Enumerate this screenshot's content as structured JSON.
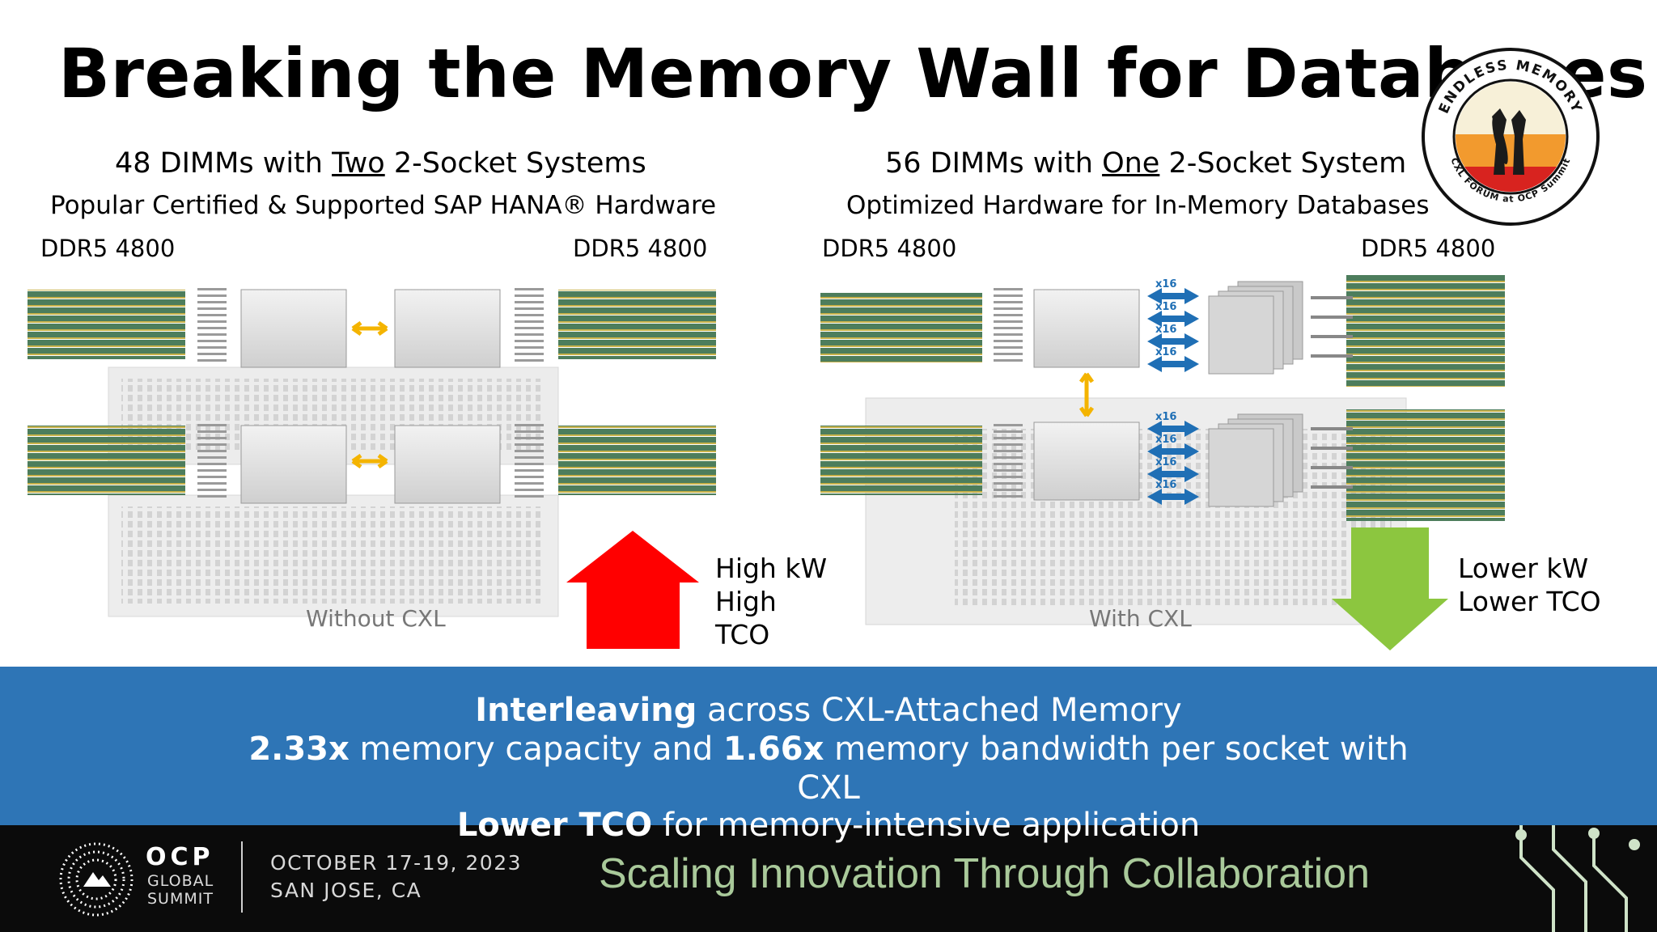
{
  "title": "Breaking the Memory Wall for Databases",
  "left": {
    "heading_pre": "48 DIMMs with ",
    "heading_em": "Two",
    "heading_post": " 2-Socket Systems",
    "subheading": "Popular Certified & Supported SAP HANA® Hardware",
    "ddr_left": "DDR5 4800",
    "ddr_right": "DDR5 4800",
    "caption": "Without CXL",
    "note": [
      "High kW",
      "High",
      "TCO"
    ]
  },
  "right": {
    "heading_pre": "56 DIMMs with ",
    "heading_em": "One",
    "heading_post": " 2-Socket System",
    "subheading": "Optimized Hardware for In-Memory Databases",
    "ddr_left": "DDR5 4800",
    "ddr_right": "DDR5 4800",
    "caption": "With CXL",
    "note": [
      "Lower kW",
      "Lower TCO"
    ],
    "link_label": "x16"
  },
  "seal": {
    "top_text": "ENDLESS MEMORY",
    "bottom_text": "CXL FORUM at OCP Summit"
  },
  "banner": {
    "l1_b": "Interleaving",
    "l1_t": " across CXL-Attached Memory",
    "l2_b1": "2.33x",
    "l2_t1": " memory capacity and ",
    "l2_b2": "1.66x",
    "l2_t2": " memory bandwidth per socket with",
    "l3": "CXL",
    "l4_b": "Lower TCO",
    "l4_t": " for memory-intensive application"
  },
  "footer": {
    "ocp": "OCP",
    "global": "GLOBAL",
    "summit": "SUMMIT",
    "date": "OCTOBER 17-19, 2023",
    "place": "SAN JOSE, CA",
    "tagline": "Scaling Innovation Through Collaboration"
  },
  "colors": {
    "banner": "#2e75b6",
    "up_arrow": "#ff0000",
    "down_arrow": "#8cc63f",
    "dimm": "#4a7a5a",
    "link_arrow": "#1f6fb5",
    "socket_link": "#f4b400"
  }
}
